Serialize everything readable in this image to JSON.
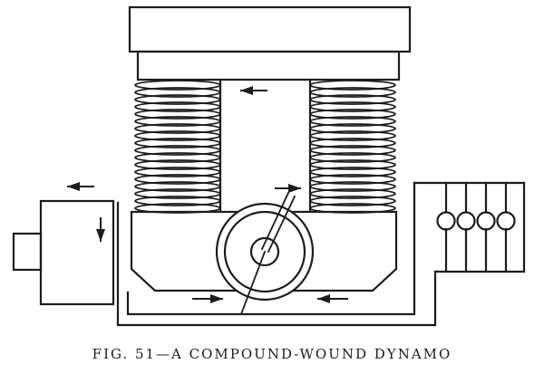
{
  "figure": {
    "caption": "FIG. 51—A COMPOUND-WOUND DYNAMO"
  },
  "colors": {
    "ink": "#1c1c1c",
    "paper": "#ffffff"
  },
  "diagram": {
    "lamp_count": 4,
    "arrows": [
      {
        "location": "between-coils-top",
        "direction": "left"
      },
      {
        "location": "left-of-machine",
        "direction": "left"
      },
      {
        "location": "left-pedestal",
        "direction": "down"
      },
      {
        "location": "above-brush",
        "direction": "right"
      },
      {
        "location": "base-left",
        "direction": "right"
      },
      {
        "location": "base-right",
        "direction": "left"
      }
    ]
  }
}
